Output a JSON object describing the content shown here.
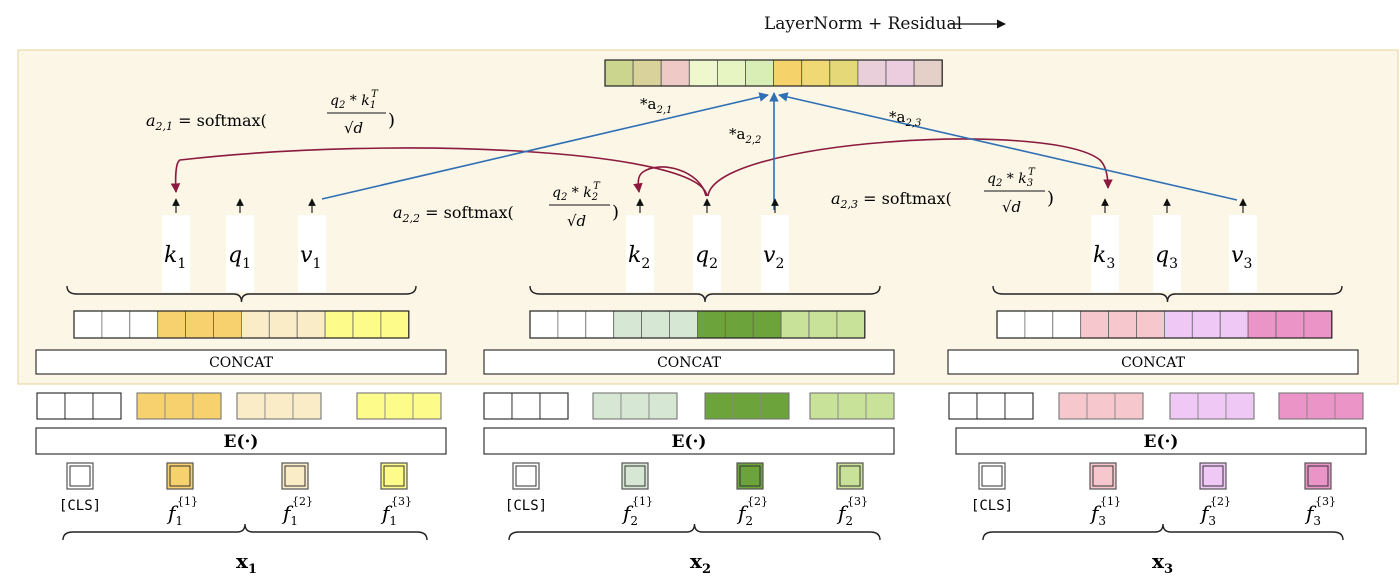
{
  "header": {
    "output_label": "LayerNorm + Residual"
  },
  "colors": {
    "panel_bg": "#fbf6e6",
    "panel_border": "#e8d9a8",
    "attention_arrow": "#8b1a3e",
    "value_arrow": "#2f6fb5",
    "cls": "#ffffff",
    "x1": [
      "#f7d16d",
      "#fbecc8",
      "#fdfb8a"
    ],
    "x2": [
      "#d6e8d3",
      "#6da33b",
      "#c8e29a"
    ],
    "x3": [
      "#f6c8cd",
      "#f0c8f6",
      "#ea94c8"
    ]
  },
  "output_vector": {
    "cells": [
      "#cbd58e",
      "#d9d29a",
      "#eec9c6",
      "#eef8cc",
      "#e6f5c2",
      "#d8eeb4",
      "#f6d26a",
      "#f0d875",
      "#e5d878",
      "#e8cfd9",
      "#eccde0",
      "#e4d0c8"
    ]
  },
  "formulas": {
    "a21": {
      "lhs": "a",
      "lhs_sub": "2,1",
      "fn": "softmax(",
      "num": "q",
      "num_sub": "2",
      "star": "*",
      "k": "k",
      "k_sub": "1",
      "k_sup": "T",
      "den": "√d",
      "close": ")"
    },
    "a22": {
      "lhs": "a",
      "lhs_sub": "2,2",
      "fn": "softmax(",
      "num": "q",
      "num_sub": "2",
      "star": "*",
      "k": "k",
      "k_sub": "2",
      "k_sup": "T",
      "den": "√d",
      "close": ")"
    },
    "a23": {
      "lhs": "a",
      "lhs_sub": "2,3",
      "fn": "softmax(",
      "num": "q",
      "num_sub": "2",
      "star": "*",
      "k": "k",
      "k_sub": "3",
      "k_sup": "T",
      "den": "√d",
      "close": ")"
    }
  },
  "weights": [
    {
      "prefix": "*a",
      "sub": "2,1"
    },
    {
      "prefix": "*a",
      "sub": "2,2"
    },
    {
      "prefix": "*a",
      "sub": "2,3"
    }
  ],
  "columns": [
    {
      "id": "x1",
      "qkv": [
        {
          "sym": "k",
          "sub": "1"
        },
        {
          "sym": "q",
          "sub": "1"
        },
        {
          "sym": "v",
          "sub": "1"
        }
      ],
      "concat_label": "CONCAT",
      "embed_label": "E(·)",
      "tokens": [
        {
          "label": "[CLS]",
          "mono": true
        },
        {
          "sym": "f",
          "sub": "1",
          "sup": "{1}"
        },
        {
          "sym": "f",
          "sub": "1",
          "sup": "{2}"
        },
        {
          "sym": "f",
          "sub": "1",
          "sup": "{3}"
        }
      ],
      "input": {
        "sym": "x",
        "sub": "1"
      }
    },
    {
      "id": "x2",
      "qkv": [
        {
          "sym": "k",
          "sub": "2"
        },
        {
          "sym": "q",
          "sub": "2"
        },
        {
          "sym": "v",
          "sub": "2"
        }
      ],
      "concat_label": "CONCAT",
      "embed_label": "E(·)",
      "tokens": [
        {
          "label": "[CLS]",
          "mono": true
        },
        {
          "sym": "f",
          "sub": "2",
          "sup": "{1}"
        },
        {
          "sym": "f",
          "sub": "2",
          "sup": "{2}"
        },
        {
          "sym": "f",
          "sub": "2",
          "sup": "{3}"
        }
      ],
      "input": {
        "sym": "x",
        "sub": "2"
      }
    },
    {
      "id": "x3",
      "qkv": [
        {
          "sym": "k",
          "sub": "3"
        },
        {
          "sym": "q",
          "sub": "3"
        },
        {
          "sym": "v",
          "sub": "3"
        }
      ],
      "concat_label": "CONCAT",
      "embed_label": "E(·)",
      "tokens": [
        {
          "label": "[CLS]",
          "mono": true
        },
        {
          "sym": "f",
          "sub": "3",
          "sup": "{1}"
        },
        {
          "sym": "f",
          "sub": "3",
          "sup": "{2}"
        },
        {
          "sym": "f",
          "sub": "3",
          "sup": "{3}"
        }
      ],
      "input": {
        "sym": "x",
        "sub": "3"
      }
    }
  ]
}
